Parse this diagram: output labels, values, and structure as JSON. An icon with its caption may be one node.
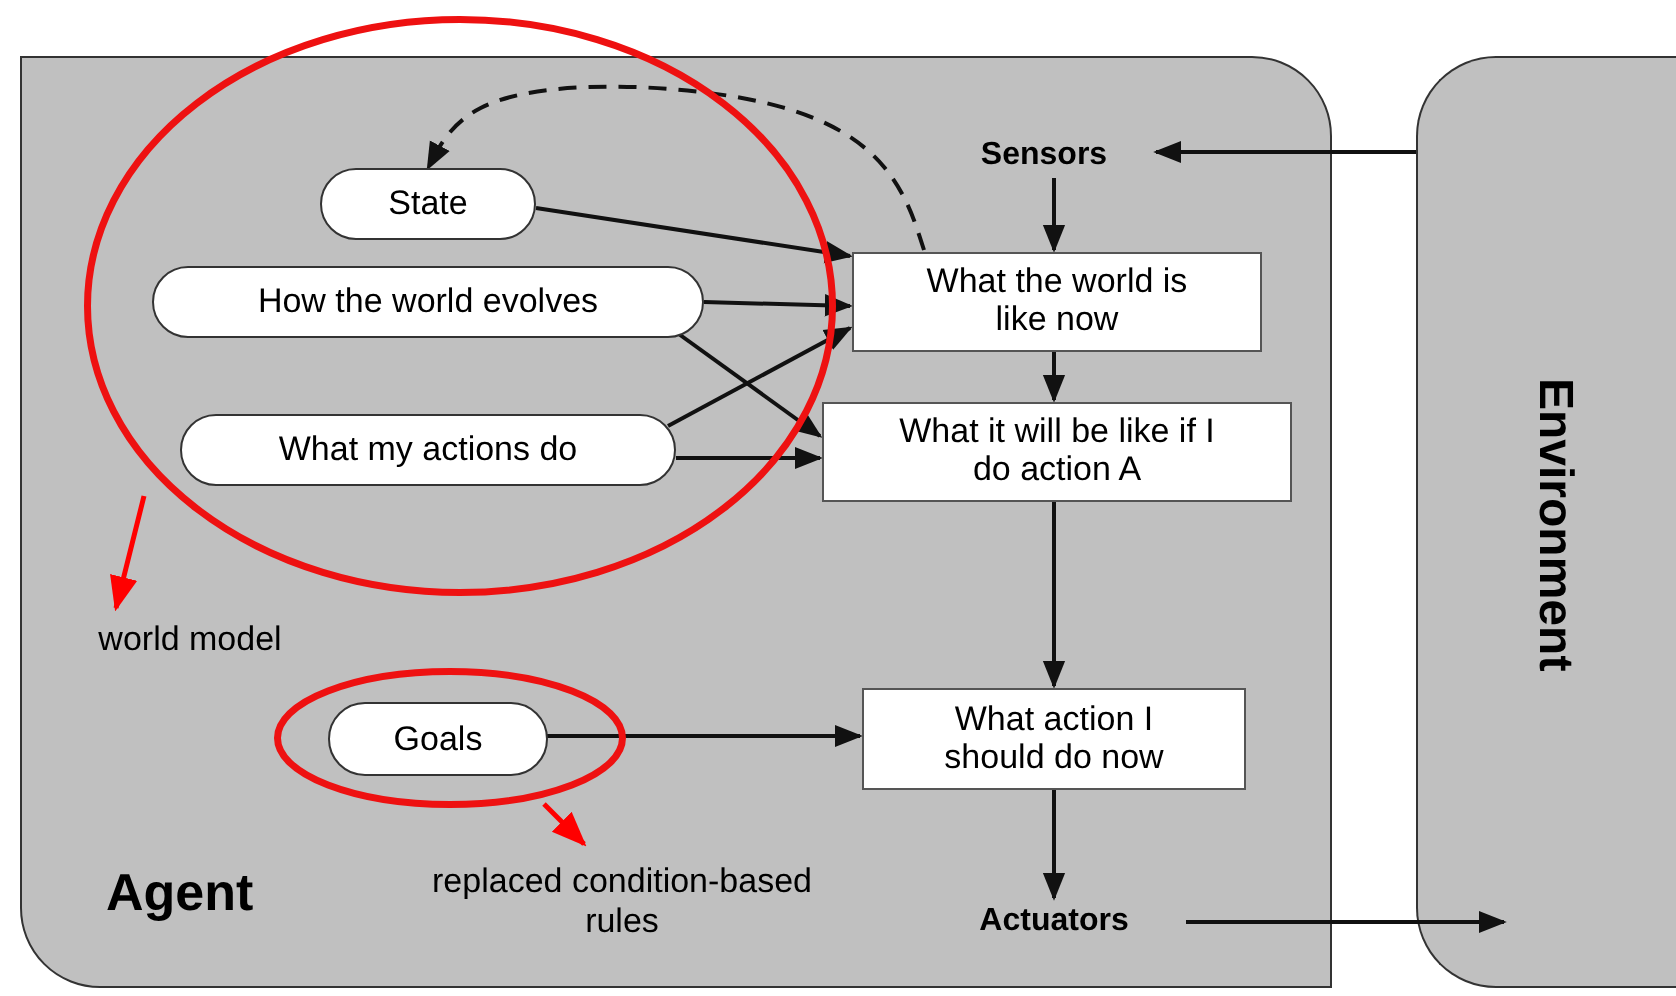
{
  "diagram": {
    "nodes": [
      {
        "text": [
          "Agent"
        ]
      },
      {
        "text": [
          "Environment"
        ]
      },
      {
        "text": [
          "Sensors"
        ],
        "in": 0
      },
      {
        "text": [
          "State"
        ],
        "in": 11
      },
      {
        "text": [
          "How the world evolves"
        ],
        "in": 11
      },
      {
        "text": [
          "What my actions do"
        ],
        "in": 11
      },
      {
        "text": [
          "What the world is like now"
        ],
        "in": 0
      },
      {
        "text": [
          "What it will be like if I do action A"
        ],
        "in": 0
      },
      {
        "text": [
          "Goals"
        ],
        "in": 13
      },
      {
        "text": [
          "What action I should do now"
        ],
        "in": 0
      },
      {
        "text": [
          "Actuators"
        ],
        "in": 0
      },
      {
        "text": [],
        "shape": "circle"
      },
      {
        "text": [
          "world model"
        ],
        "in": 0
      },
      {
        "text": [],
        "shape": "circle",
        "in": 0
      },
      {
        "text": [
          "replaced condition-based rules"
        ],
        "in": 0
      }
    ],
    "edges": [
      {
        "from": 1,
        "to": 2,
        "arrow": "to"
      },
      {
        "from": 2,
        "to": 6,
        "arrow": "to"
      },
      {
        "from": 3,
        "to": 6,
        "arrow": "to"
      },
      {
        "from": 4,
        "to": 6,
        "arrow": "to"
      },
      {
        "from": 4,
        "to": 7,
        "arrow": "to"
      },
      {
        "from": 5,
        "to": 6,
        "arrow": "to"
      },
      {
        "from": 5,
        "to": 7,
        "arrow": "to"
      },
      {
        "from": 6,
        "to": 3,
        "arrow": "to",
        "style": "dashed"
      },
      {
        "from": 6,
        "to": 7,
        "arrow": "to"
      },
      {
        "from": 7,
        "to": 9,
        "arrow": "to"
      },
      {
        "from": 8,
        "to": 9,
        "arrow": "to"
      },
      {
        "from": 9,
        "to": 10,
        "arrow": "to"
      },
      {
        "from": 10,
        "to": 1,
        "arrow": "to"
      },
      {
        "from": 11,
        "to": 12,
        "arrow": "to",
        "color": "#ff0000"
      },
      {
        "from": 13,
        "to": 14,
        "arrow": "to",
        "color": "#ff0000"
      }
    ]
  }
}
